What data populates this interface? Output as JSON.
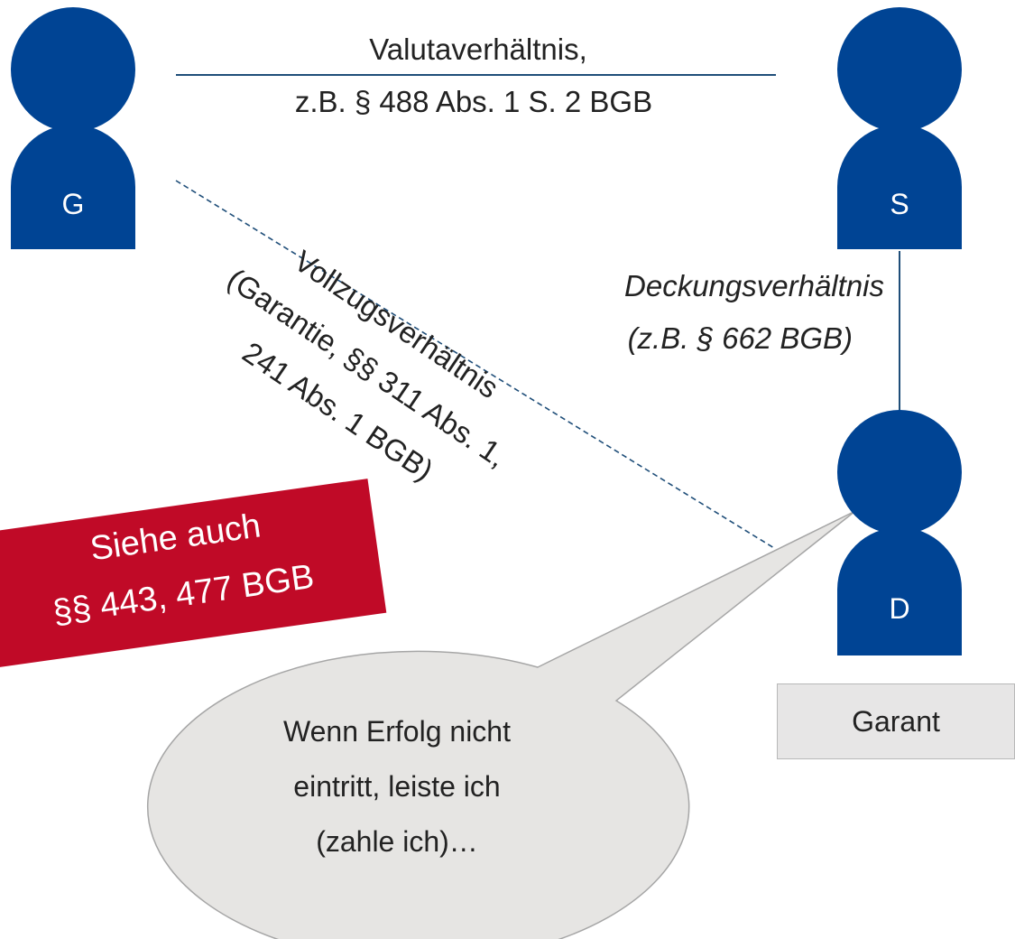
{
  "colors": {
    "person": "#004494",
    "note_bg": "#c00a27",
    "bubble_bg": "#e6e5e3",
    "bubble_border": "#a6a6a6",
    "role_box_bg": "#e7e6e6",
    "line": "#1f4e79"
  },
  "persons": {
    "g": "G",
    "s": "S",
    "d": "D"
  },
  "relations": {
    "valuta_line1": "Valutaverhältnis,",
    "valuta_line2": "z.B. § 488 Abs. 1 S. 2 BGB",
    "deckung_line1": "Deckungsverhältnis",
    "deckung_line2": "(z.B. § 662 BGB)",
    "vollzug_line1": "Vollzugsverhältnis",
    "vollzug_line2": "(Garantie, §§ 311 Abs. 1,",
    "vollzug_line3": "241 Abs. 1 BGB)"
  },
  "note": {
    "line1": "Siehe auch",
    "line2": "§§ 443, 477 BGB"
  },
  "role_box": {
    "label": "Garant"
  },
  "speech_bubble": {
    "line1": "Wenn Erfolg nicht",
    "line2": "eintritt, leiste ich",
    "line3": "(zahle ich)…"
  }
}
